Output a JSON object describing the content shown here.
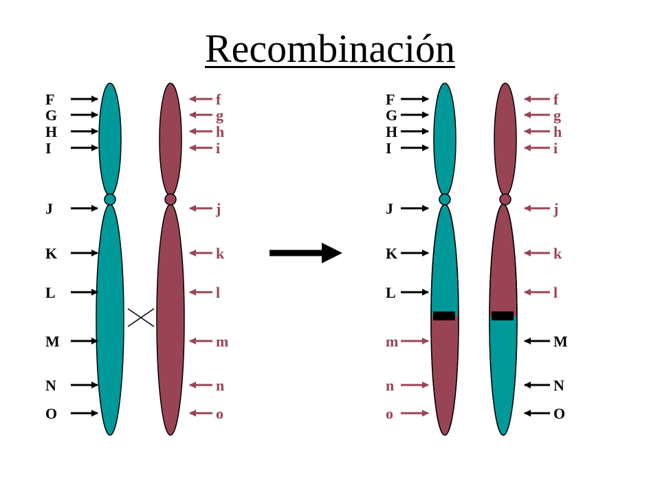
{
  "title": "Recombinación",
  "colors": {
    "teal": "#009999",
    "maroon": "#994455",
    "outline": "#000000",
    "label_dark": "#000000",
    "label_maroon": "#994455"
  },
  "before": {
    "left_alleles": [
      "F",
      "G",
      "H",
      "I",
      "J",
      "K",
      "L",
      "M",
      "N",
      "O"
    ],
    "right_alleles": [
      "f",
      "g",
      "h",
      "i",
      "j",
      "k",
      "l",
      "m",
      "n",
      "o"
    ],
    "crossover_mark": "X"
  },
  "after": {
    "left_alleles": [
      "F",
      "G",
      "H",
      "I",
      "J",
      "K",
      "L",
      "m",
      "n",
      "o"
    ],
    "right_alleles": [
      "f",
      "g",
      "h",
      "i",
      "j",
      "k",
      "l",
      "M",
      "N",
      "O"
    ]
  }
}
